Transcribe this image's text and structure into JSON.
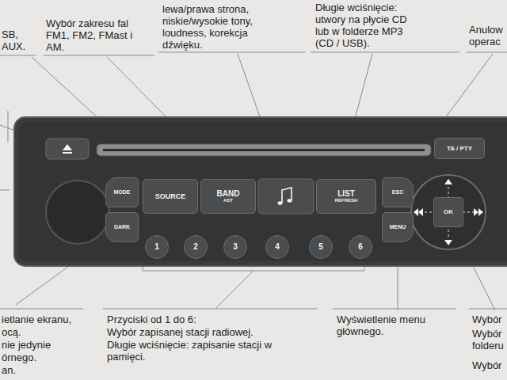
{
  "diagram": {
    "nodes": [
      {
        "text": [
          "TA / PTY"
        ]
      },
      {
        "text": [
          "MODE"
        ]
      },
      {
        "text": [
          "SOURCE"
        ]
      },
      {
        "text": [
          "BAND",
          "AST"
        ]
      },
      {
        "text": [
          "LIST",
          "REFRESH"
        ]
      },
      {
        "text": [
          "ESC"
        ]
      },
      {
        "text": [
          "DARK"
        ]
      },
      {
        "text": [
          "MENU"
        ]
      },
      {
        "text": [
          "OK"
        ]
      },
      {
        "text": [
          "1"
        ]
      },
      {
        "text": [
          "2"
        ]
      },
      {
        "text": [
          "3"
        ]
      },
      {
        "text": [
          "4"
        ]
      },
      {
        "text": [
          "5"
        ]
      },
      {
        "text": [
          "6"
        ]
      }
    ],
    "labels": [
      "SB, AUX.",
      "Wybór zakresu fal FM1, FM2, FMast i AM.",
      "lewa/prawa strona, niskie/wysokie tony, loudness, korekcja dźwięku.",
      "Długie wciśnięcie: utwory na płycie CD lub w folderze MP3 (CD / USB).",
      "Anulow operac",
      "ietlanie ekranu,",
      "ocą.",
      "nie jedynie",
      "órnego.",
      "an.",
      "Przyciski od 1 do 6:",
      "Wybór zapisanej stacji radiowej.",
      "Długie wciśnięcie: zapisanie stacji w pamięci.",
      "Wyświetlenie menu głównego.",
      "Wybór",
      "Wybór folderu",
      "Wybór"
    ]
  }
}
